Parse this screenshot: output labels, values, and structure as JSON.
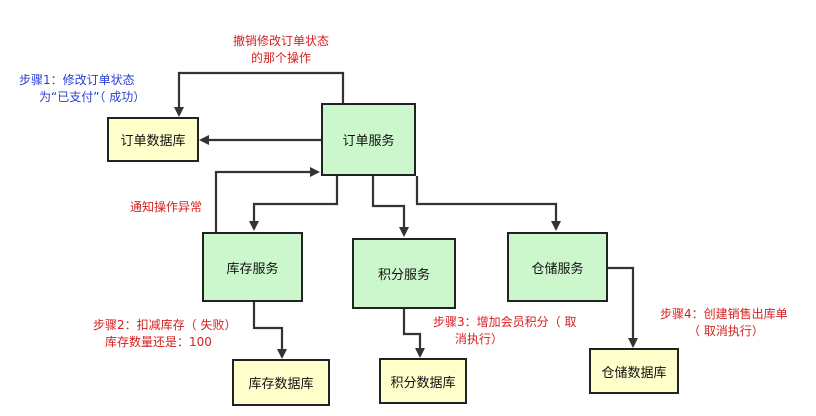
{
  "colors": {
    "service_fill": "#ccf7cc",
    "db_fill": "#ffffcc",
    "border": "#222222",
    "arrow": "#333333",
    "note_red": "#d62020",
    "note_blue": "#2a3ed1"
  },
  "nodes": {
    "order_service": "订单服务",
    "order_db": "订单数据库",
    "inventory_service": "库存服务",
    "points_service": "积分服务",
    "warehouse_service": "仓储服务",
    "inventory_db": "库存数据库",
    "points_db": "积分数据库",
    "warehouse_db": "仓储数据库"
  },
  "notes": {
    "revoke": [
      "撤销修改订单状态",
      "的那个操作"
    ],
    "step1": [
      "步骤1：修改订单状态",
      "为“已支付”（ 成功）"
    ],
    "notify": "通知操作异常",
    "step2": [
      "步骤2：扣减库存（ 失败）",
      "库存数量还是：100"
    ],
    "step3": [
      "步骤3：增加会员积分（ 取",
      "消执行）"
    ],
    "step4": [
      "步骤4：创建销售出库单",
      "（ 取消执行）"
    ]
  }
}
